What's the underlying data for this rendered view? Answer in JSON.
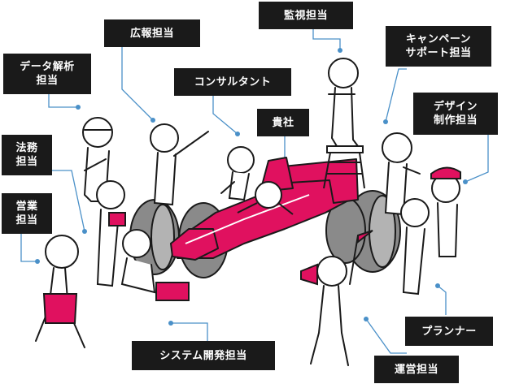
{
  "labels": {
    "data_analysis": [
      "データ解析",
      "担当"
    ],
    "pr": [
      "広報担当"
    ],
    "consultant": [
      "コンサルタント"
    ],
    "monitoring": [
      "監視担当"
    ],
    "campaign": [
      "キャンペーン",
      "サポート担当"
    ],
    "design": [
      "デザイン",
      "制作担当"
    ],
    "client": [
      "貴社"
    ],
    "legal": [
      "法務",
      "担当"
    ],
    "sales": [
      "営業",
      "担当"
    ],
    "system_dev": [
      "システム開発担当"
    ],
    "planner": [
      "プランナー"
    ],
    "operations": [
      "運営担当"
    ]
  },
  "colors": {
    "accent": "#e0115f",
    "label_bg": "#1a1a1a",
    "connector": "#4a90c8",
    "wheel": "#8a8a8a"
  }
}
